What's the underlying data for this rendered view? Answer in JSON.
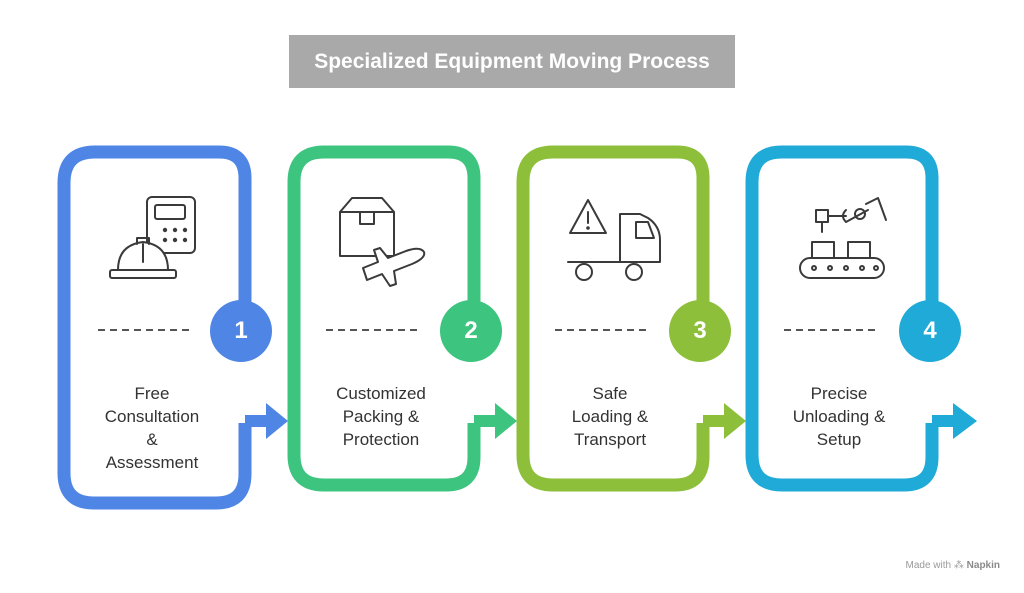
{
  "title": "Specialized Equipment Moving Process",
  "colors": {
    "title_bg": "#a9a9a9",
    "step1": "#4f86e6",
    "step2": "#3dc47e",
    "step3": "#8dbf3a",
    "step4": "#1faad8"
  },
  "steps": [
    {
      "number": "1",
      "label": "Free\nConsultation\n&\nAssessment",
      "icon": "hard-hat-calculator-icon"
    },
    {
      "number": "2",
      "label": "Customized\nPacking &\nProtection",
      "icon": "box-airplane-icon"
    },
    {
      "number": "3",
      "label": "Safe\nLoading &\nTransport",
      "icon": "warning-truck-icon"
    },
    {
      "number": "4",
      "label": "Precise\nUnloading &\nSetup",
      "icon": "conveyor-robot-arm-icon"
    }
  ],
  "footer": {
    "made_with": "Made with",
    "brand": "Napkin"
  }
}
